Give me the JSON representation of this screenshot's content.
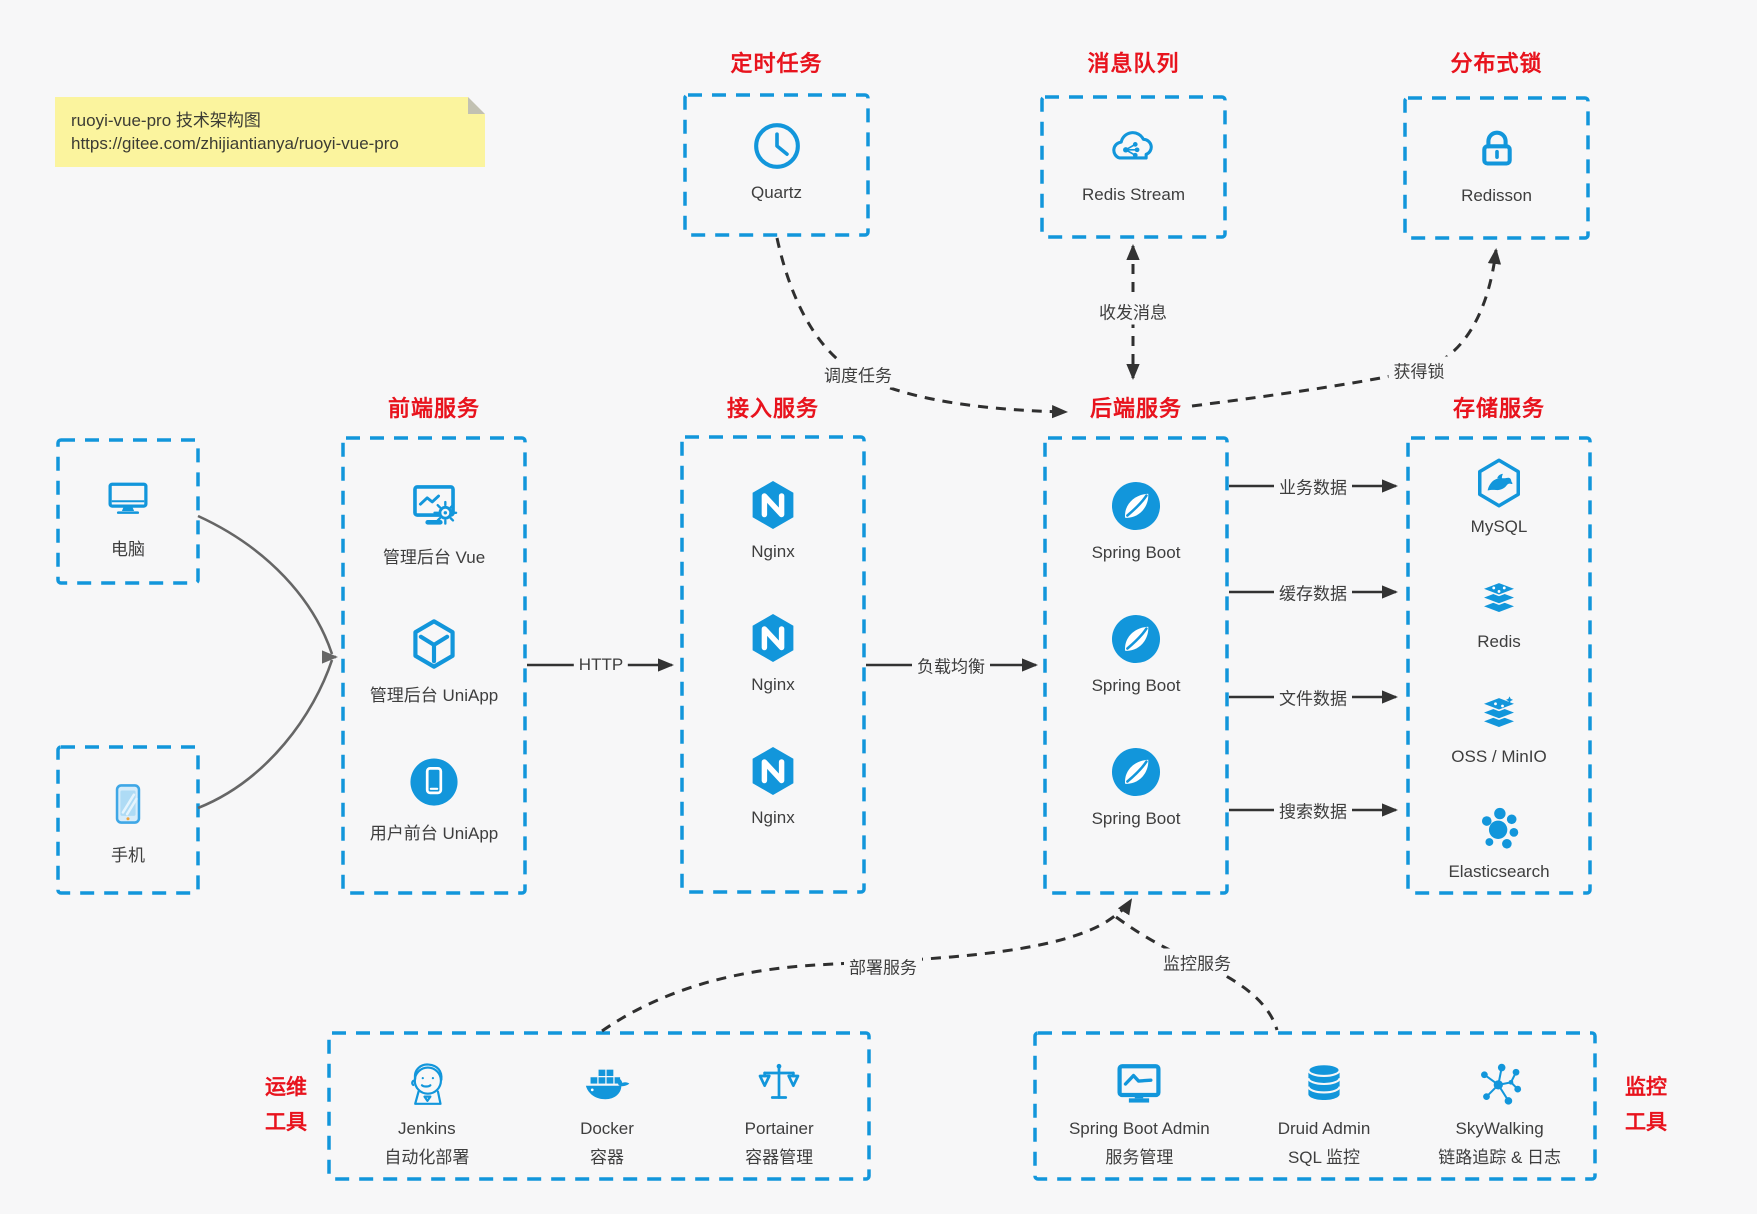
{
  "note": {
    "line1": "ruoyi-vue-pro 技术架构图",
    "line2": "https://gitee.com/zhijiantianya/ruoyi-vue-pro"
  },
  "top_services": [
    {
      "title": "定时任务",
      "item": {
        "icon": "clock-icon",
        "label": "Quartz"
      }
    },
    {
      "title": "消息队列",
      "item": {
        "icon": "cloud-mq-icon",
        "label": "Redis Stream"
      }
    },
    {
      "title": "分布式锁",
      "item": {
        "icon": "lock-icon",
        "label": "Redisson"
      }
    }
  ],
  "clients": [
    {
      "icon": "desktop-icon",
      "label": "电脑"
    },
    {
      "icon": "smartphone-icon",
      "label": "手机"
    }
  ],
  "columns": [
    {
      "title": "前端服务",
      "items": [
        {
          "icon": "admin-vue-icon",
          "label": "管理后台 Vue"
        },
        {
          "icon": "uniapp-cube-icon",
          "label": "管理后台 UniApp"
        },
        {
          "icon": "user-uniapp-icon",
          "label": "用户前台 UniApp"
        }
      ]
    },
    {
      "title": "接入服务",
      "items": [
        {
          "icon": "nginx-icon",
          "label": "Nginx"
        },
        {
          "icon": "nginx-icon",
          "label": "Nginx"
        },
        {
          "icon": "nginx-icon",
          "label": "Nginx"
        }
      ]
    },
    {
      "title": "后端服务",
      "items": [
        {
          "icon": "spring-boot-icon",
          "label": "Spring Boot"
        },
        {
          "icon": "spring-boot-icon",
          "label": "Spring Boot"
        },
        {
          "icon": "spring-boot-icon",
          "label": "Spring Boot"
        }
      ]
    },
    {
      "title": "存储服务",
      "items": [
        {
          "icon": "mysql-icon",
          "label": "MySQL"
        },
        {
          "icon": "redis-stack-icon",
          "label": "Redis"
        },
        {
          "icon": "oss-stack-icon",
          "label": "OSS / MinIO"
        },
        {
          "icon": "elasticsearch-icon",
          "label": "Elasticsearch"
        }
      ]
    }
  ],
  "bottom_groups": [
    {
      "outer_label_line1": "运维",
      "outer_label_line2": "工具",
      "items": [
        {
          "icon": "jenkins-icon",
          "label": "Jenkins",
          "sublabel": "自动化部署"
        },
        {
          "icon": "docker-icon",
          "label": "Docker",
          "sublabel": "容器"
        },
        {
          "icon": "portainer-icon",
          "label": "Portainer",
          "sublabel": "容器管理"
        }
      ]
    },
    {
      "outer_label_line1": "监控",
      "outer_label_line2": "工具",
      "items": [
        {
          "icon": "spring-boot-admin-icon",
          "label": "Spring Boot Admin",
          "sublabel": "服务管理"
        },
        {
          "icon": "druid-icon",
          "label": "Druid Admin",
          "sublabel": "SQL 监控"
        },
        {
          "icon": "skywalking-icon",
          "label": "SkyWalking",
          "sublabel": "链路追踪 & 日志"
        }
      ]
    }
  ],
  "edge_labels": {
    "schedule": "调度任务",
    "message": "收发消息",
    "lock": "获得锁",
    "http": "HTTP",
    "load_balance": "负载均衡",
    "business_data": "业务数据",
    "cache_data": "缓存数据",
    "file_data": "文件数据",
    "search_data": "搜索数据",
    "deploy": "部署服务",
    "monitor": "监控服务"
  },
  "colors": {
    "accent_blue": "#1296db",
    "title_red": "#e8131d",
    "text": "#3e3e3e",
    "arrow_dark": "#333333",
    "arrow_gray": "#666666",
    "canvas_bg": "#f7f7f8",
    "note_bg": "#fbf49e"
  }
}
